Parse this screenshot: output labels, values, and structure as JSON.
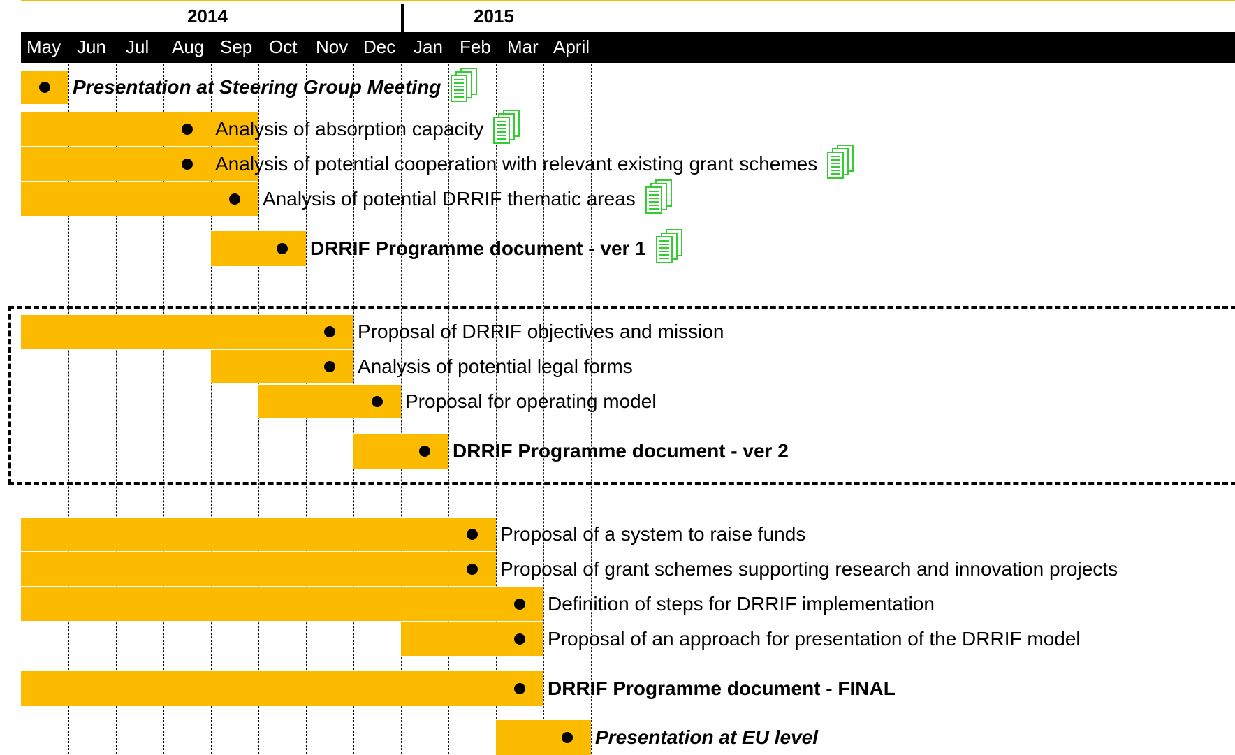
{
  "timeline": {
    "years": [
      "2014",
      "2015"
    ],
    "months": [
      "May",
      "Jun",
      "Jul",
      "Aug",
      "Sep",
      "Oct",
      "Nov",
      "Dec",
      "Jan",
      "Feb",
      "Mar",
      "April"
    ]
  },
  "colors": {
    "bar": "#fdbb00",
    "doc_icon": "#33cc33",
    "header": "#000000"
  },
  "milestone_icon": "document-stack-icon",
  "tasks": [
    {
      "label": "Presentation at Steering Group Meeting",
      "style": "bolditalic",
      "start_month": "May",
      "end_month": "May",
      "milestone_month": "May",
      "has_document": true
    },
    {
      "label": "Analysis of absorption capacity",
      "style": "normal",
      "start_month": "May",
      "end_month": "Sep",
      "milestone_month": "Aug",
      "has_document": true
    },
    {
      "label": "Analysis of potential cooperation with relevant existing grant schemes",
      "style": "normal",
      "start_month": "May",
      "end_month": "Sep",
      "milestone_month": "Aug",
      "has_document": true
    },
    {
      "label": "Analysis of potential DRRIF thematic areas",
      "style": "normal",
      "start_month": "May",
      "end_month": "Sep",
      "milestone_month": "Sep",
      "has_document": true
    },
    {
      "label": "DRRIF Programme document - ver 1",
      "style": "bold",
      "start_month": "Sep",
      "end_month": "Oct",
      "milestone_month": "Oct",
      "has_document": true
    },
    {
      "label": "Proposal of DRRIF objectives and mission",
      "style": "normal",
      "start_month": "May",
      "end_month": "Nov",
      "milestone_month": "Nov",
      "has_document": false
    },
    {
      "label": "Analysis of potential legal forms",
      "style": "normal",
      "start_month": "Sep",
      "end_month": "Nov",
      "milestone_month": "Nov",
      "has_document": false
    },
    {
      "label": "Proposal for operating model",
      "style": "normal",
      "start_month": "Oct",
      "end_month": "Dec",
      "milestone_month": "Dec",
      "has_document": false
    },
    {
      "label": "DRRIF Programme document - ver 2",
      "style": "bold",
      "start_month": "Dec",
      "end_month": "Jan",
      "milestone_month": "Jan",
      "has_document": false
    },
    {
      "label": "Proposal of a system to raise funds",
      "style": "normal",
      "start_month": "May",
      "end_month": "Feb",
      "milestone_month": "Feb",
      "has_document": false
    },
    {
      "label": "Proposal of grant schemes supporting research and innovation projects",
      "style": "normal",
      "start_month": "May",
      "end_month": "Feb",
      "milestone_month": "Feb",
      "has_document": false
    },
    {
      "label": "Definition of steps for DRRIF implementation",
      "style": "normal",
      "start_month": "May",
      "end_month": "Mar",
      "milestone_month": "Mar",
      "has_document": false
    },
    {
      "label": "Proposal of an approach for presentation of the DRRIF model",
      "style": "normal",
      "start_month": "Jan",
      "end_month": "Mar",
      "milestone_month": "Mar",
      "has_document": false
    },
    {
      "label": "DRRIF Programme document - FINAL",
      "style": "bold",
      "start_month": "May",
      "end_month": "Mar",
      "milestone_month": "Mar",
      "has_document": false
    },
    {
      "label": "Presentation at EU level",
      "style": "bolditalic",
      "start_month": "Mar",
      "end_month": "April",
      "milestone_month": "April",
      "has_document": false
    }
  ]
}
